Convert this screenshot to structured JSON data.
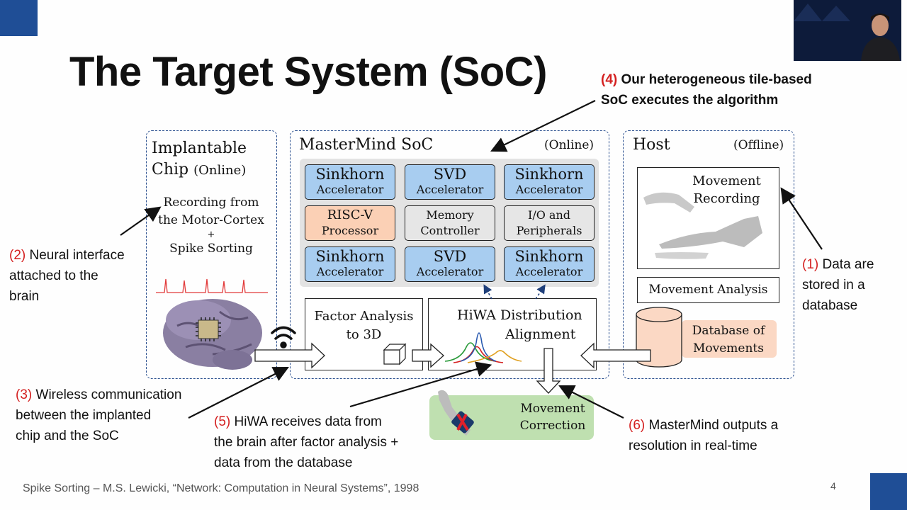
{
  "title": "The Target System (SoC)",
  "panels": {
    "implant": {
      "title_line1": "Implantable",
      "title_line2": "Chip",
      "title_status": "(Online)",
      "text_line1": "Recording from",
      "text_line2": "the Motor-Cortex",
      "text_plus": "+",
      "text_line3": "Spike Sorting"
    },
    "soc": {
      "title": "MasterMind SoC",
      "status": "(Online)",
      "tiles": [
        {
          "l1": "Sinkhorn",
          "l2": "Accelerator"
        },
        {
          "l1": "SVD",
          "l2": "Accelerator"
        },
        {
          "l1": "Sinkhorn",
          "l2": "Accelerator"
        },
        {
          "l1": "RISC-V",
          "l2": "Processor"
        },
        {
          "l1": "Memory",
          "l2": "Controller"
        },
        {
          "l1": "I/O and",
          "l2": "Peripherals"
        },
        {
          "l1": "Sinkhorn",
          "l2": "Accelerator"
        },
        {
          "l1": "SVD",
          "l2": "Accelerator"
        },
        {
          "l1": "Sinkhorn",
          "l2": "Accelerator"
        }
      ],
      "factor_line1": "Factor Analysis",
      "factor_line2": "to 3D",
      "hiwa_line1": "HiWA Distribution",
      "hiwa_line2": "Alignment"
    },
    "host": {
      "title": "Host",
      "status": "(Offline)",
      "recording_line1": "Movement",
      "recording_line2": "Recording",
      "analysis": "Movement Analysis",
      "db_line1": "Database of",
      "db_line2": "Movements"
    }
  },
  "correction": {
    "line1": "Movement",
    "line2": "Correction"
  },
  "annotations": {
    "a4": {
      "num": "(4)",
      "line1": "Our heterogeneous tile-based",
      "line2": "SoC executes the algorithm"
    },
    "a2": {
      "num": "(2)",
      "line1": "Neural interface",
      "line2": "attached to the",
      "line3": "brain"
    },
    "a1": {
      "num": "(1)",
      "line1": "Data are",
      "line2": "stored in a",
      "line3": "database"
    },
    "a3": {
      "num": "(3)",
      "line1": "Wireless communication",
      "line2": "between the implanted",
      "line3": "chip and the SoC"
    },
    "a5": {
      "num": "(5)",
      "line1": "HiWA receives data from",
      "line2": "the brain after factor analysis +",
      "line3": "data from the database"
    },
    "a6": {
      "num": "(6)",
      "line1": "MasterMind outputs a",
      "line2": "resolution in real-time"
    }
  },
  "footer": "Spike Sorting – M.S. Lewicki, “Network: Computation in Neural Systems”, 1998",
  "page_number": "4",
  "colors": {
    "accent": "#1f4e96",
    "annotation_number": "#d42020",
    "accelerator": "#a8cdf0",
    "processor": "#fbd0b5",
    "correction": "#bfe0b0"
  }
}
